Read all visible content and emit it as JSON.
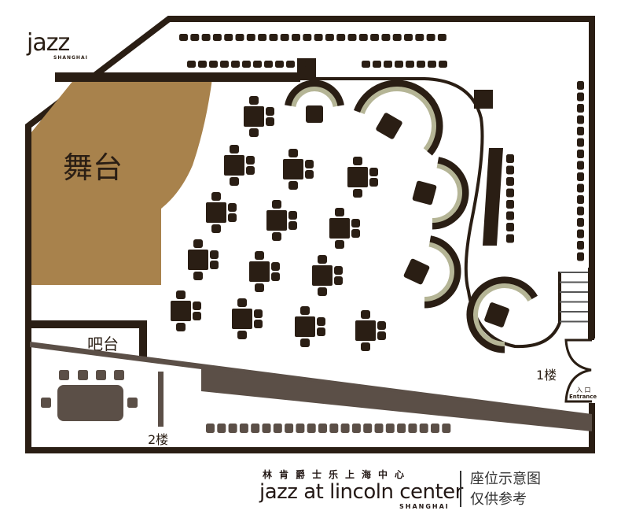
{
  "logo": {
    "word": "jazz",
    "sub": "SHANGHAI"
  },
  "labels": {
    "stage": "舞台",
    "bar": "吧台",
    "floor1": "1楼",
    "floor2": "2楼",
    "entrance_cn": "入 口",
    "entrance_en": "Entrance"
  },
  "footer": {
    "cn_name": "林肯爵士乐上海中心",
    "en_name": "jazz at lincoln center",
    "city": "SHANGHAI",
    "note_line1": "座位示意图",
    "note_line2": "仅供参考"
  },
  "colors": {
    "wall": "#2a1e14",
    "stage": "#a8824c",
    "upper": "#5b4f47",
    "booth_cushion": "#b5b596"
  }
}
